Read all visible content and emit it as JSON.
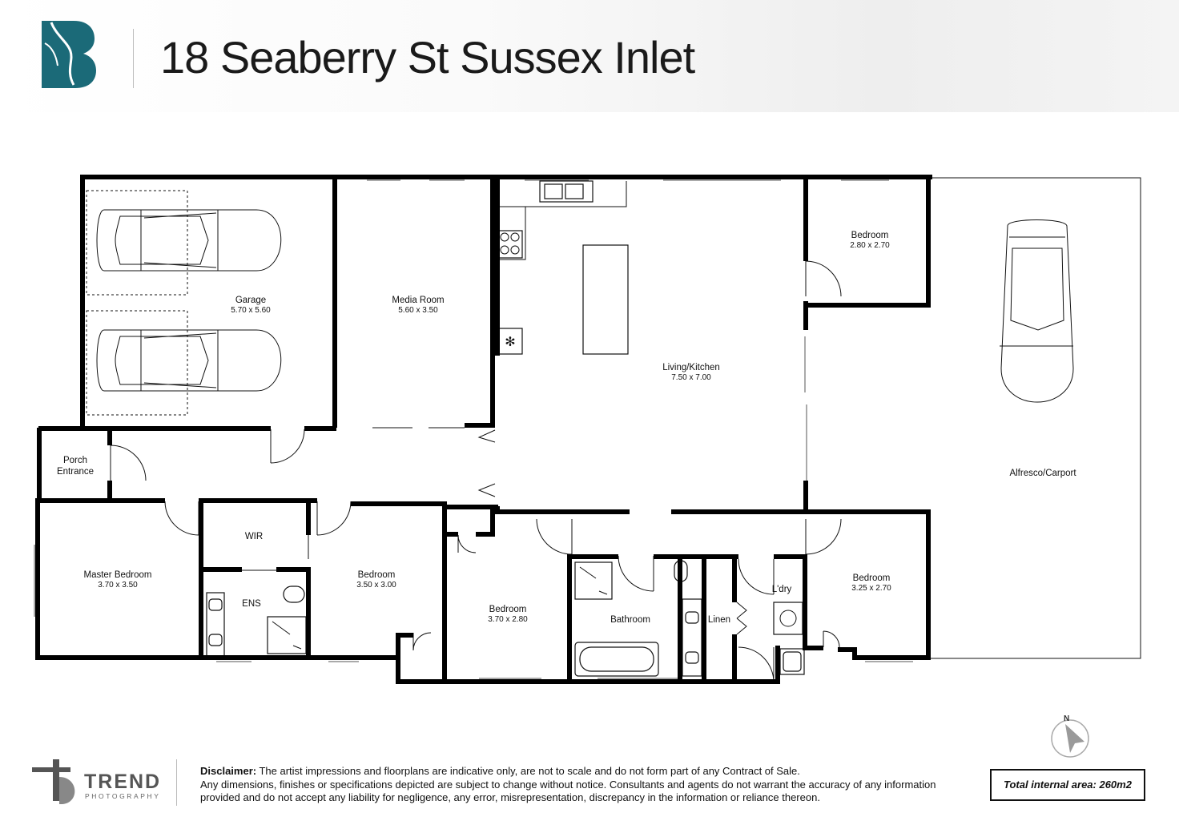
{
  "header": {
    "title": "18 Seaberry St Sussex Inlet",
    "logo_letter": "B",
    "logo_color": "#1b6a78"
  },
  "rooms": {
    "garage": {
      "name": "Garage",
      "size": "5.70 x 5.60"
    },
    "media": {
      "name": "Media Room",
      "size": "5.60 x 3.50"
    },
    "living": {
      "name": "Living/Kitchen",
      "size": "7.50 x 7.00"
    },
    "bed_ne": {
      "name": "Bedroom",
      "size": "2.80 x 2.70"
    },
    "alfresco": {
      "name": "Alfresco/Carport"
    },
    "porch_l1": "Porch",
    "porch_l2": "Entrance",
    "master": {
      "name": "Master Bedroom",
      "size": "3.70 x 3.50"
    },
    "wir": {
      "name": "WIR"
    },
    "ens": {
      "name": "ENS"
    },
    "bed_mid": {
      "name": "Bedroom",
      "size": "3.50 x 3.00"
    },
    "bed_sc": {
      "name": "Bedroom",
      "size": "3.70 x 2.80"
    },
    "bath": {
      "name": "Bathroom"
    },
    "linen": {
      "name": "Linen"
    },
    "laundry": {
      "name": "L'dry"
    },
    "bed_se": {
      "name": "Bedroom",
      "size": "3.25 x 2.70"
    }
  },
  "compass": {
    "label": "N"
  },
  "footer": {
    "brand": "TREND",
    "brand_sub": "PHOTOGRAPHY",
    "disclaimer_label": "Disclaimer:",
    "disclaimer_1": "The artist impressions and floorplans are indicative only, are not to scale and do not form part of any Contract of Sale.",
    "disclaimer_2": "Any dimensions, finishes or specifications depicted are subject to change without notice. Consultants and agents do not warrant the accuracy of any information provided and do not accept any liability for negligence, any error, misrepresentation, discrepancy in the information or reliance thereon.",
    "area": "Total internal area: 260m2"
  }
}
